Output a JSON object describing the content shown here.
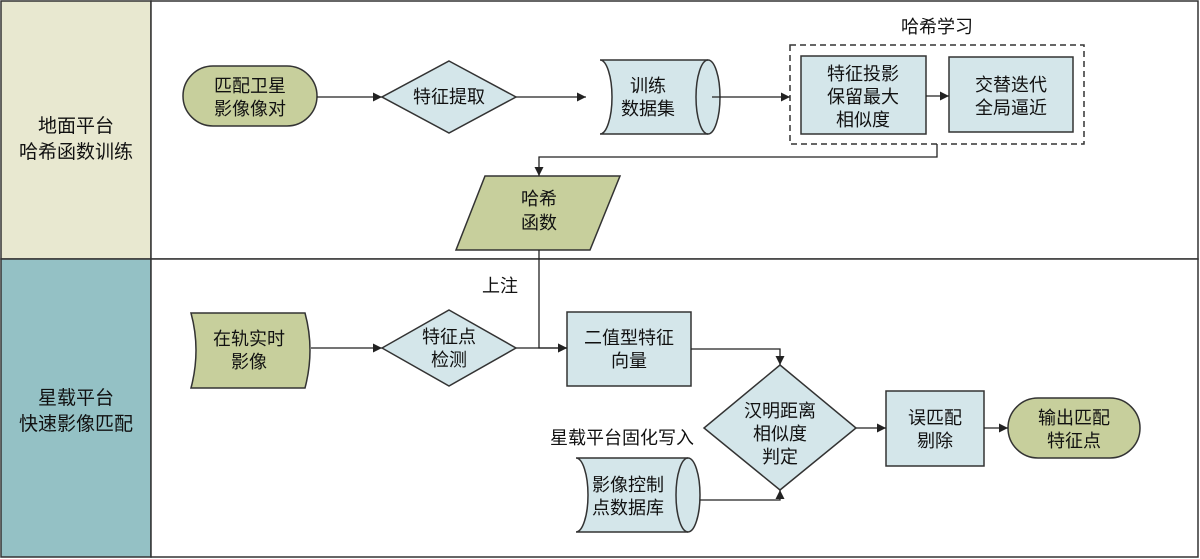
{
  "lanes": {
    "ground": {
      "line1": "地面平台",
      "line2": "哈希函数训练"
    },
    "onboard": {
      "line1": "星载平台",
      "line2": "快速影像匹配"
    }
  },
  "nodes": {
    "match_pairs": {
      "line1": "匹配卫星",
      "line2": "影像像对"
    },
    "feature_extract": {
      "label": "特征提取"
    },
    "train_dataset": {
      "line1": "训练",
      "line2": "数据集"
    },
    "hash_learning_title": "哈希学习",
    "proj_similarity": {
      "line1": "特征投影",
      "line2": "保留最大",
      "line3": "相似度"
    },
    "alt_iterate": {
      "line1": "交替迭代",
      "line2": "全局逼近"
    },
    "hash_func": {
      "line1": "哈希",
      "line2": "函数"
    },
    "upload_label": "上注",
    "onorbit_image": {
      "line1": "在轨实时",
      "line2": "影像"
    },
    "feature_detect": {
      "line1": "特征点",
      "line2": "检测"
    },
    "binary_vector": {
      "line1": "二值型特征",
      "line2": "向量"
    },
    "hamming_judge": {
      "line1": "汉明距离",
      "line2": "相似度",
      "line3": "判定"
    },
    "mismatch_remove": {
      "line1": "误匹配",
      "line2": "剔除"
    },
    "output_points": {
      "line1": "输出匹配",
      "line2": "特征点"
    },
    "solidify_label": "星载平台固化写入",
    "gcp_db": {
      "line1": "影像控制",
      "line2": "点数据库"
    }
  },
  "colors": {
    "lane_ground": "#e8e8d0",
    "lane_onboard": "#94c1c5",
    "olive": "#c7cf9c",
    "blue": "#d4e6ea",
    "stroke": "#333333"
  }
}
